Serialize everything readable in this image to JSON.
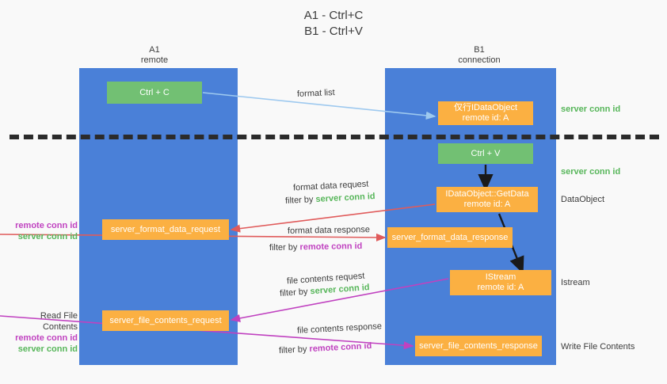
{
  "title": {
    "line1": "A1 - Ctrl+C",
    "line2": "B1 - Ctrl+V"
  },
  "colors": {
    "lane": "#4a80d8",
    "green_box": "#72c073",
    "orange_box": "#fbb042",
    "server_conn_id": "#57b65a",
    "remote_conn_id": "#c042c0",
    "arrow_red": "#e05b5b",
    "arrow_purple": "#c042c0",
    "arrow_blue": "#9ec9ef",
    "arrow_black": "#1a1a1a",
    "divider": "#2b2b2b",
    "background": "#f9f9f9"
  },
  "columns": {
    "left": {
      "name": "A1",
      "sub": "remote"
    },
    "right": {
      "name": "B1",
      "sub": "connection"
    }
  },
  "boxes": {
    "ctrl_c": {
      "label": "Ctrl + C"
    },
    "idataobject": {
      "line1": "仅行IDataObject",
      "line2": "remote id: A"
    },
    "ctrl_v": {
      "label": "Ctrl + V"
    },
    "getdata": {
      "line1": "IDataObject::GetData",
      "line2": "remote id: A"
    },
    "format_data_request": {
      "label": "server_format_data_request"
    },
    "format_data_response": {
      "label": "server_format_data_response"
    },
    "istream": {
      "line1": "IStream",
      "line2": "remote id: A"
    },
    "file_contents_request": {
      "label": "server_file_contents_request"
    },
    "file_contents_response": {
      "label": "server_file_contents_response"
    }
  },
  "arrow_labels": {
    "format_list": "format list",
    "format_data_request": "format data request",
    "format_data_request_filter_prefix": "filter by ",
    "format_data_request_filter_value": "server conn id",
    "format_data_response": "format data response",
    "format_data_response_filter_prefix": "filter by ",
    "format_data_response_filter_value": "remote conn id",
    "file_contents_request": "file contents request",
    "file_contents_request_filter_prefix": "filter by ",
    "file_contents_request_filter_value": "server conn id",
    "file_contents_response": "file contents response",
    "file_contents_response_filter_prefix": "filter by ",
    "file_contents_response_filter_value": "remote conn id"
  },
  "side_labels": {
    "server_conn_id_top": "server conn id",
    "server_conn_id_mid": "server conn id",
    "dataobject": "DataObject",
    "istream": "Istream",
    "write_file_contents": "Write File Contents",
    "read_file_contents": "Read File Contents",
    "remote_conn_id_a": "remote conn id",
    "server_conn_id_a": "server conn id",
    "remote_conn_id_b": "remote conn id",
    "server_conn_id_b": "server conn id"
  }
}
